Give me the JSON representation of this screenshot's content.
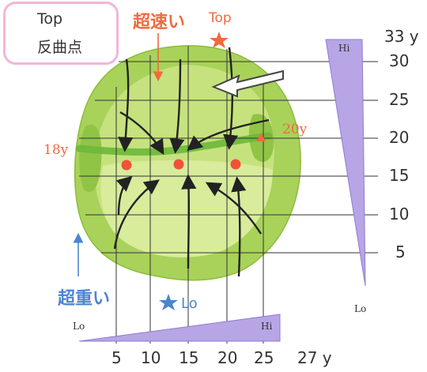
{
  "legend": {
    "top_label": "Top",
    "band_label": "反曲点",
    "top_color": "#f06a3f",
    "band_color": "#7cc441"
  },
  "annotations": {
    "fast_label": "超速い",
    "fast_top": "Top",
    "heavy_label": "超重い",
    "heavy_lo": "Lo",
    "left_age": "18y",
    "right_age": "20y"
  },
  "y_axis": {
    "unit_label": "33 y",
    "ticks": [
      "30",
      "25",
      "20",
      "15",
      "10",
      "5"
    ]
  },
  "x_axis": {
    "unit_label": "27 y",
    "ticks": [
      "5",
      "10",
      "15",
      "20",
      "25"
    ]
  },
  "y_gradient": {
    "hi": "Hi",
    "lo": "Lo"
  },
  "x_gradient": {
    "lo": "Lo",
    "hi": "Hi"
  }
}
